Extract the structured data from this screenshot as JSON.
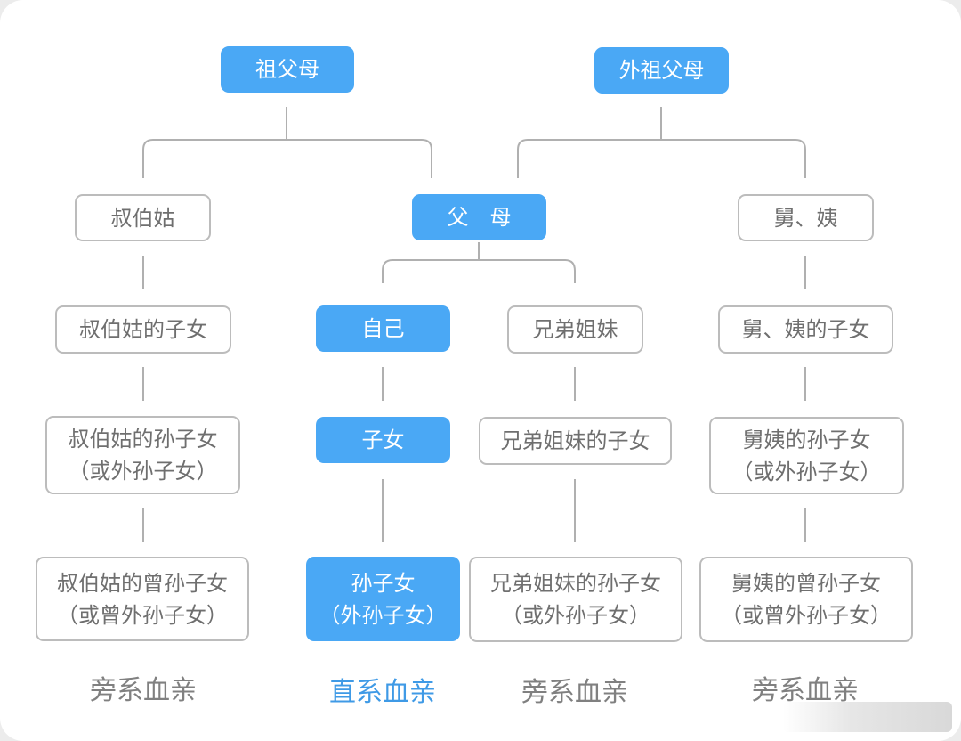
{
  "nodes": {
    "grandparents": "祖父母",
    "maternal_grandparents": "外祖父母",
    "uncles_aunts_paternal": "叔伯姑",
    "parents": "父　母",
    "maternal_uncles_aunts": "舅、姨",
    "uncles_aunts_children": "叔伯姑的子女",
    "self": "自己",
    "siblings": "兄弟姐妹",
    "maternal_uncles_aunts_children": "舅、姨的子女",
    "uncles_aunts_grandchildren": [
      "叔伯姑的孙子女",
      "（或外孙子女）"
    ],
    "children": "子女",
    "siblings_children": "兄弟姐妹的子女",
    "maternal_grandchildren": [
      "舅姨的孙子女",
      "（或外孙子女）"
    ],
    "uncles_aunts_great_grandchildren": [
      "叔伯姑的曾孙子女",
      "（或曾外孙子女）"
    ],
    "grandchildren": [
      "孙子女",
      "（外孙子女）"
    ],
    "siblings_grandchildren": [
      "兄弟姐妹的孙子女",
      "（或外孙子女）"
    ],
    "maternal_great_grandchildren": [
      "舅姨的曾孙子女",
      "（或曾外孙子女）"
    ]
  },
  "footers": {
    "left": "旁系血亲",
    "center": "直系血亲",
    "right1": "旁系血亲",
    "right2": "旁系血亲"
  },
  "colors": {
    "lineal_fill": "#4aa8f5",
    "collateral_border": "#bcbcbc",
    "connector": "#b0b0b0",
    "lineal_label": "#3f9ae6"
  }
}
